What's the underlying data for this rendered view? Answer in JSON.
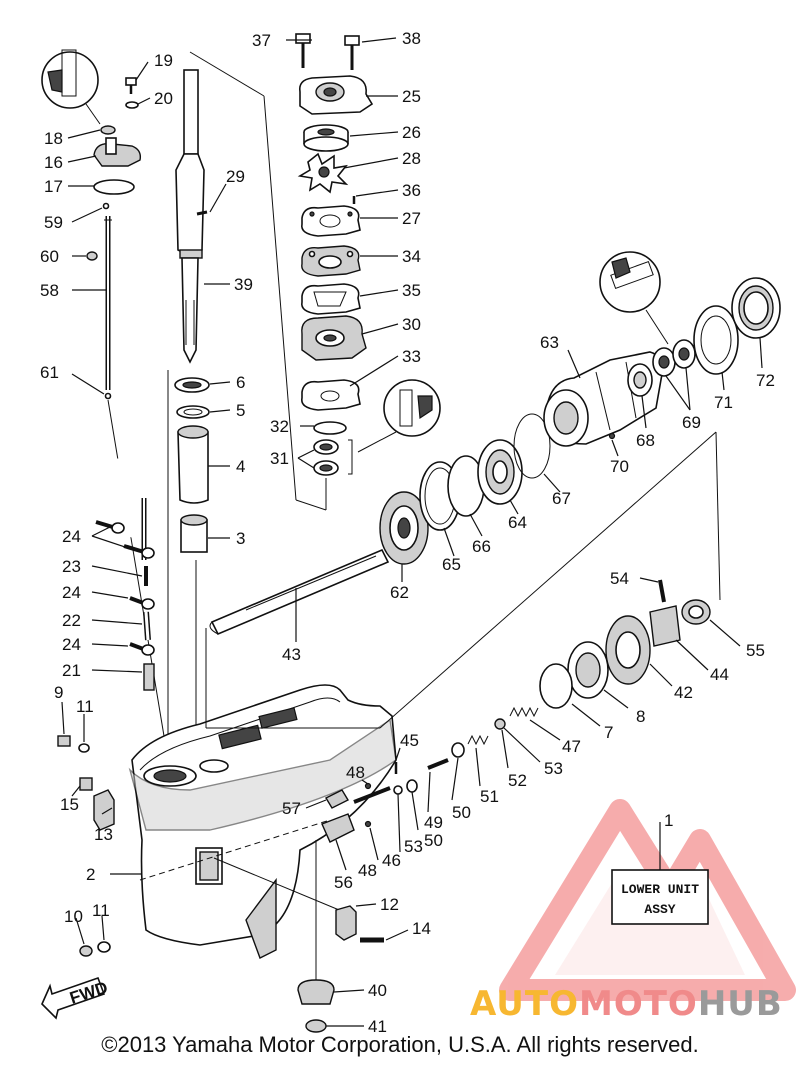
{
  "callouts": [
    {
      "id": "37"
    },
    {
      "id": "38"
    },
    {
      "id": "25"
    },
    {
      "id": "26"
    },
    {
      "id": "28"
    },
    {
      "id": "36"
    },
    {
      "id": "27"
    },
    {
      "id": "34"
    },
    {
      "id": "35"
    },
    {
      "id": "30"
    },
    {
      "id": "33"
    },
    {
      "id": "32"
    },
    {
      "id": "31"
    },
    {
      "id": "19"
    },
    {
      "id": "20"
    },
    {
      "id": "18"
    },
    {
      "id": "16"
    },
    {
      "id": "17"
    },
    {
      "id": "59"
    },
    {
      "id": "60"
    },
    {
      "id": "58"
    },
    {
      "id": "61"
    },
    {
      "id": "29"
    },
    {
      "id": "39"
    },
    {
      "id": "6"
    },
    {
      "id": "5"
    },
    {
      "id": "4"
    },
    {
      "id": "3"
    },
    {
      "id": "24"
    },
    {
      "id": "23"
    },
    {
      "id": "24"
    },
    {
      "id": "22"
    },
    {
      "id": "24"
    },
    {
      "id": "21"
    },
    {
      "id": "9"
    },
    {
      "id": "11"
    },
    {
      "id": "15"
    },
    {
      "id": "13"
    },
    {
      "id": "2"
    },
    {
      "id": "10"
    },
    {
      "id": "11"
    },
    {
      "id": "63"
    },
    {
      "id": "68"
    },
    {
      "id": "69"
    },
    {
      "id": "70"
    },
    {
      "id": "71"
    },
    {
      "id": "72"
    },
    {
      "id": "67"
    },
    {
      "id": "64"
    },
    {
      "id": "66"
    },
    {
      "id": "65"
    },
    {
      "id": "62"
    },
    {
      "id": "43"
    },
    {
      "id": "54"
    },
    {
      "id": "55"
    },
    {
      "id": "44"
    },
    {
      "id": "42"
    },
    {
      "id": "8"
    },
    {
      "id": "7"
    },
    {
      "id": "47"
    },
    {
      "id": "53"
    },
    {
      "id": "52"
    },
    {
      "id": "51"
    },
    {
      "id": "50"
    },
    {
      "id": "49"
    },
    {
      "id": "45"
    },
    {
      "id": "48"
    },
    {
      "id": "57"
    },
    {
      "id": "53"
    },
    {
      "id": "50"
    },
    {
      "id": "46"
    },
    {
      "id": "48"
    },
    {
      "id": "56"
    },
    {
      "id": "12"
    },
    {
      "id": "14"
    },
    {
      "id": "40"
    },
    {
      "id": "41"
    },
    {
      "id": "1"
    }
  ],
  "label_box": {
    "line1": "LOWER UNIT",
    "line2": "ASSY"
  },
  "fwd_label": "FWD",
  "watermark": {
    "part1": "AUTO",
    "part2": "MOTO",
    "part3": "HUB",
    "color1": "#f7b731",
    "color2": "#f08a8a",
    "color3": "#9a9a9a"
  },
  "copyright": "©2013 Yamaha Motor Corporation, U.S.A. All rights reserved."
}
